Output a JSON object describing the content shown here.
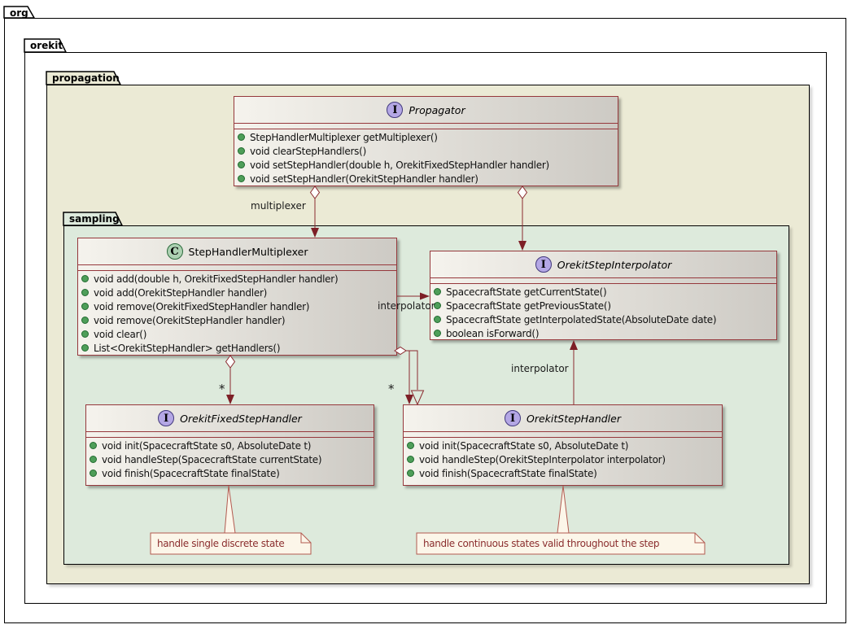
{
  "packages": [
    {
      "label": "org"
    },
    {
      "label": "orekit"
    },
    {
      "label": "propagation"
    },
    {
      "label": "sampling"
    }
  ],
  "icons": {
    "interface_letter": "I",
    "class_letter": "C"
  },
  "classes": [
    {
      "name": "Propagator",
      "kind": "interface",
      "methods": [
        "StepHandlerMultiplexer getMultiplexer()",
        "void clearStepHandlers()",
        "void setStepHandler(double h, OrekitFixedStepHandler handler)",
        "void setStepHandler(OrekitStepHandler handler)"
      ]
    },
    {
      "name": "StepHandlerMultiplexer",
      "kind": "class",
      "methods": [
        "void add(double h, OrekitFixedStepHandler handler)",
        "void add(OrekitStepHandler handler)",
        "void remove(OrekitFixedStepHandler handler)",
        "void remove(OrekitStepHandler handler)",
        "void clear()",
        "List<OrekitStepHandler> getHandlers()"
      ]
    },
    {
      "name": "OrekitStepInterpolator",
      "kind": "interface",
      "methods": [
        "SpacecraftState getCurrentState()",
        "SpacecraftState getPreviousState()",
        "SpacecraftState getInterpolatedState(AbsoluteDate date)",
        "boolean isForward()"
      ]
    },
    {
      "name": "OrekitFixedStepHandler",
      "kind": "interface",
      "methods": [
        "void init(SpacecraftState s0, AbsoluteDate t)",
        "void handleStep(SpacecraftState currentState)",
        "void finish(SpacecraftState finalState)"
      ]
    },
    {
      "name": "OrekitStepHandler",
      "kind": "interface",
      "methods": [
        "void init(SpacecraftState s0, AbsoluteDate t)",
        "void handleStep(OrekitStepInterpolator interpolator)",
        "void finish(SpacecraftState finalState)"
      ]
    }
  ],
  "edges": [
    {
      "from": "Propagator",
      "to": "StepHandlerMultiplexer",
      "type": "aggregation",
      "label": "multiplexer"
    },
    {
      "from": "Propagator",
      "to": "OrekitStepInterpolator",
      "type": "aggregation",
      "label": ""
    },
    {
      "from": "StepHandlerMultiplexer",
      "to": "OrekitStepInterpolator",
      "type": "association",
      "label": "interpolator"
    },
    {
      "from": "StepHandlerMultiplexer",
      "to": "OrekitFixedStepHandler",
      "type": "aggregation",
      "label": "*"
    },
    {
      "from": "StepHandlerMultiplexer",
      "to": "OrekitStepHandler",
      "type": "aggregation",
      "label": "*"
    },
    {
      "from": "StepHandlerMultiplexer",
      "to": "OrekitStepHandler",
      "type": "realization",
      "label": ""
    },
    {
      "from": "OrekitStepHandler",
      "to": "OrekitStepInterpolator",
      "type": "association",
      "label": "interpolator"
    }
  ],
  "notes": [
    {
      "text": "handle single discrete state",
      "attached_to": "OrekitFixedStepHandler"
    },
    {
      "text": "handle continuous states valid throughout the step",
      "attached_to": "OrekitStepHandler"
    }
  ],
  "colors": {
    "class_border": "#96383c",
    "arrow": "#8b2a2f",
    "note_background": "#fcf6e9",
    "note_border": "#b25a50",
    "note_text": "#8b2e2e",
    "interface_icon": "#b4a7e5",
    "class_icon": "#add1b2",
    "method_dot": "#4e9e59",
    "propagation_fill": "#ebead5",
    "sampling_fill": "#ddeadc"
  }
}
